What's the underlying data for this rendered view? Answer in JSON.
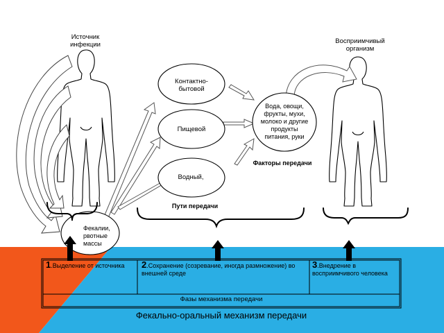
{
  "labels": {
    "source": "Источник инфекции",
    "receptive": "Восприимчивый организм",
    "feces": "Фекалии, рвотные массы",
    "factors_title": "Факторы передачи",
    "factors_text": "Вода, овощи, фрукты, мухи, молоко и другие продукты питания, руки",
    "paths_title": "Пути передачи"
  },
  "paths": [
    "Контактно-бытовой",
    "Пищевой",
    "Водный,"
  ],
  "phases": {
    "caption": "Фазы механизма передачи",
    "items": [
      {
        "num": "1",
        "text": ".Выделение от источника"
      },
      {
        "num": "2",
        "text": ".Сохранение (созревание, иногда размножение) во внешней среде"
      },
      {
        "num": "3",
        "text": ".Внедрение в восприимчивого человека"
      }
    ]
  },
  "footer_title": "Фекально-оральный механизм передачи",
  "colors": {
    "orange": "#f2571b",
    "blue": "#2aaee4",
    "white": "#ffffff",
    "black": "#000000"
  }
}
